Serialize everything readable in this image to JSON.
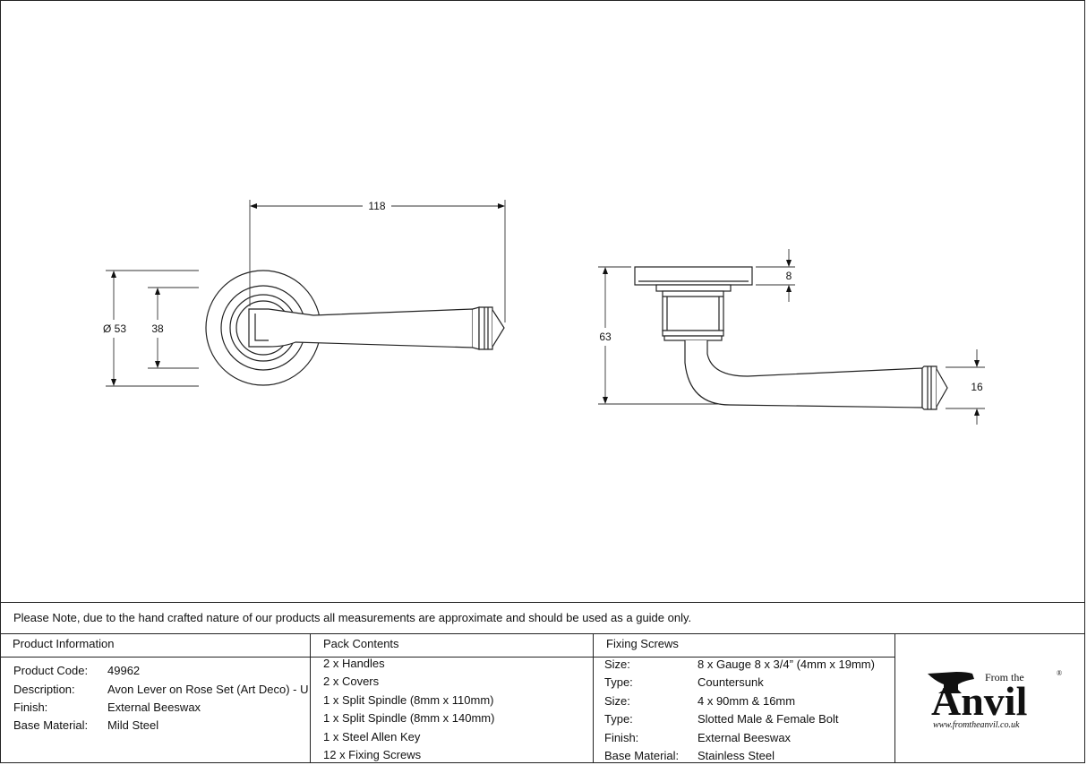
{
  "note": "Please Note, due to the hand crafted nature of our products all measurements are approximate and should be used as a guide only.",
  "dimensions": {
    "width": "118",
    "rose_diameter": "Ø 53",
    "inner": "38",
    "height": "63",
    "rose_depth": "8",
    "lever_end": "16"
  },
  "product_information": {
    "heading": "Product Information",
    "rows": [
      {
        "label": "Product Code:",
        "value": "49962"
      },
      {
        "label": "Description:",
        "value": "Avon Lever on Rose Set (Art Deco) - U"
      },
      {
        "label": "Finish:",
        "value": "External Beeswax"
      },
      {
        "label": "Base Material:",
        "value": "Mild Steel"
      }
    ]
  },
  "pack_contents": {
    "heading": "Pack Contents",
    "items": [
      "2 x Handles",
      "2 x Covers",
      "1 x Split Spindle (8mm x 110mm)",
      "1 x Split Spindle (8mm x 140mm)",
      "1 x Steel Allen Key",
      "12 x Fixing Screws"
    ]
  },
  "fixing_screws": {
    "heading": "Fixing Screws",
    "rows": [
      {
        "label": "Size:",
        "value": "8 x Gauge 8 x 3/4” (4mm x 19mm)"
      },
      {
        "label": "Type:",
        "value": "Countersunk"
      },
      {
        "label": "Size:",
        "value": "4 x 90mm & 16mm"
      },
      {
        "label": "Type:",
        "value": "Slotted Male & Female Bolt"
      },
      {
        "label": "Finish:",
        "value": "External Beeswax"
      },
      {
        "label": "Base Material:",
        "value": "Stainless Steel"
      }
    ]
  },
  "logo": {
    "from_the": "From the",
    "name": "Anvil",
    "reg": "®",
    "url": "www.fromtheanvil.co.uk"
  }
}
